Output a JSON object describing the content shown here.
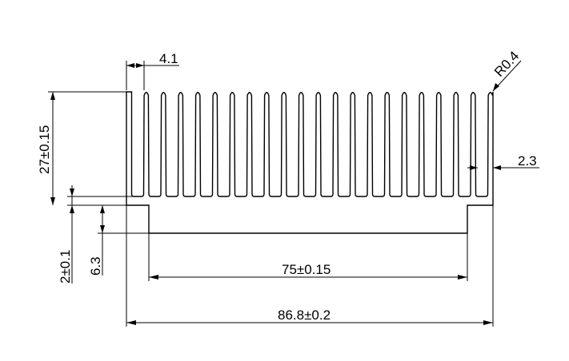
{
  "drawing": {
    "title": "",
    "fin_count": 22,
    "line_color": "#000000",
    "background": "#ffffff"
  },
  "dimensions": {
    "fin_pitch": "4.1",
    "corner_radius": "R0.4",
    "fin_height": "27±0.15",
    "fin_thickness": "2.3",
    "base_thickness": "2±0.1",
    "total_base_height": "6.3",
    "foot_width": "75±0.15",
    "overall_width": "86.8±0.2"
  }
}
